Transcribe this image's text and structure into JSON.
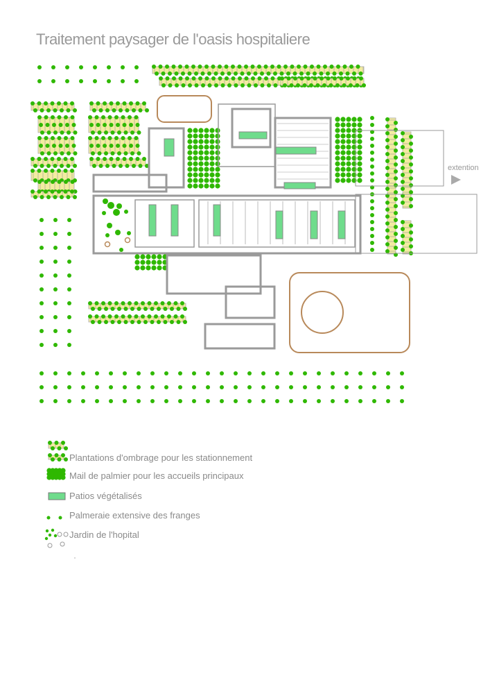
{
  "title": "Traitement paysager de l'oasis hospitaliere",
  "plan": {
    "extension_label": "extention"
  },
  "legend": {
    "items": [
      {
        "key": "parking",
        "label": "Plantations d'ombrage pour les stationnement"
      },
      {
        "key": "mail",
        "label": "Mail de palmier pour les accueils principaux"
      },
      {
        "key": "patio",
        "label": "Patios végétalisés"
      },
      {
        "key": "palmeraie",
        "label": "Palmeraie extensive des franges"
      },
      {
        "key": "jardin",
        "label": "Jardin de l'hopital"
      }
    ]
  },
  "colors": {
    "tree": "#2fb800",
    "patio": "#6fdc8c",
    "wall": "#9a9a9a",
    "path": "#b8895a",
    "parking": "#f2eca0",
    "text": "#8a8a8a"
  }
}
